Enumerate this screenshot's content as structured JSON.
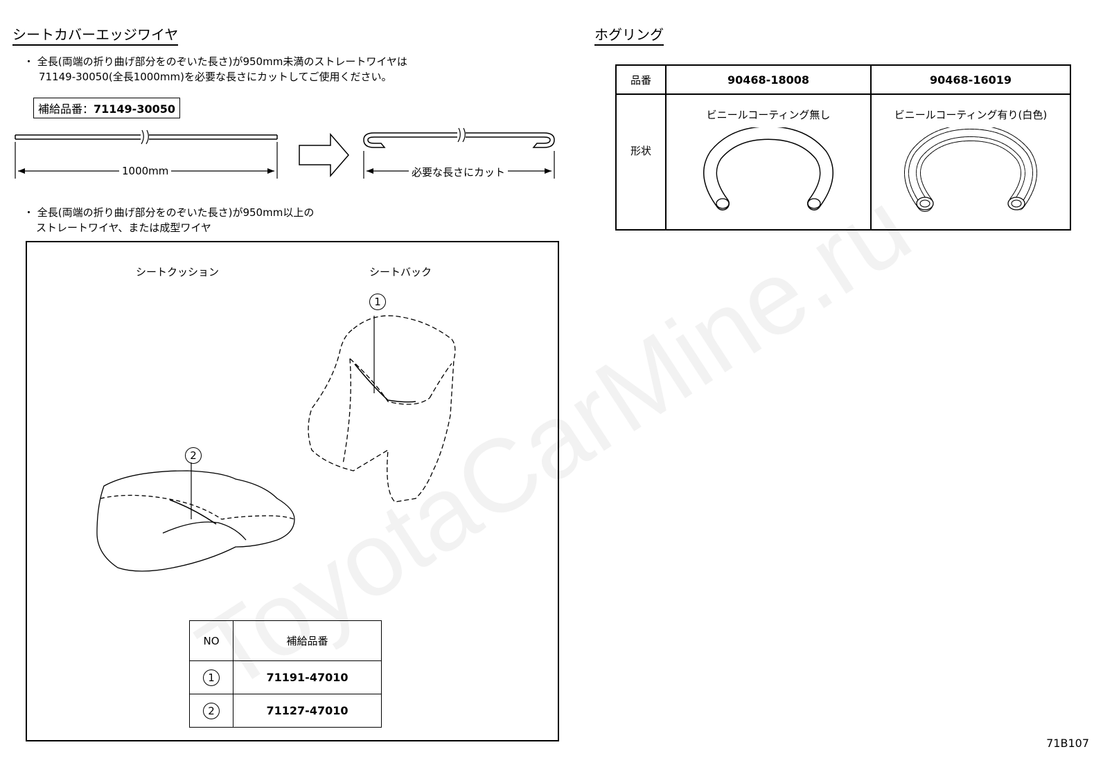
{
  "left": {
    "heading": "シートカバーエッジワイヤ",
    "note1_line1": "・ 全長(両端の折り曲げ部分をのぞいた長さ)が950mm未満のストレートワイヤは",
    "note1_line2": "71149-30050(全長1000mm)を必要な長さにカットしてご使用ください。",
    "supply_label": "補給品番：",
    "supply_part": "71149-30050",
    "length_label": "1000mm",
    "cut_label": "必要な長さにカット",
    "note2_line1": "・ 全長(両端の折り曲げ部分をのぞいた長さ)が950mm以上の",
    "note2_line2": "ストレートワイヤ、または成型ワイヤ",
    "cushion_label": "シートクッション",
    "back_label": "シートバック",
    "callout1": "1",
    "callout2": "2",
    "table": {
      "header_no": "NO",
      "header_part": "補給品番",
      "rows": [
        {
          "no": "1",
          "part": "71191-47010"
        },
        {
          "no": "2",
          "part": "71127-47010"
        }
      ]
    }
  },
  "right": {
    "heading": "ホグリング",
    "table": {
      "row1_label": "品番",
      "row2_label": "形状",
      "col1_part": "90468-18008",
      "col2_part": "90468-16019",
      "col1_desc": "ビニールコーティング無し",
      "col2_desc": "ビニールコーティング有り(白色)"
    }
  },
  "watermark": "ToyotaCarMine.ru",
  "figure_code": "71B107"
}
